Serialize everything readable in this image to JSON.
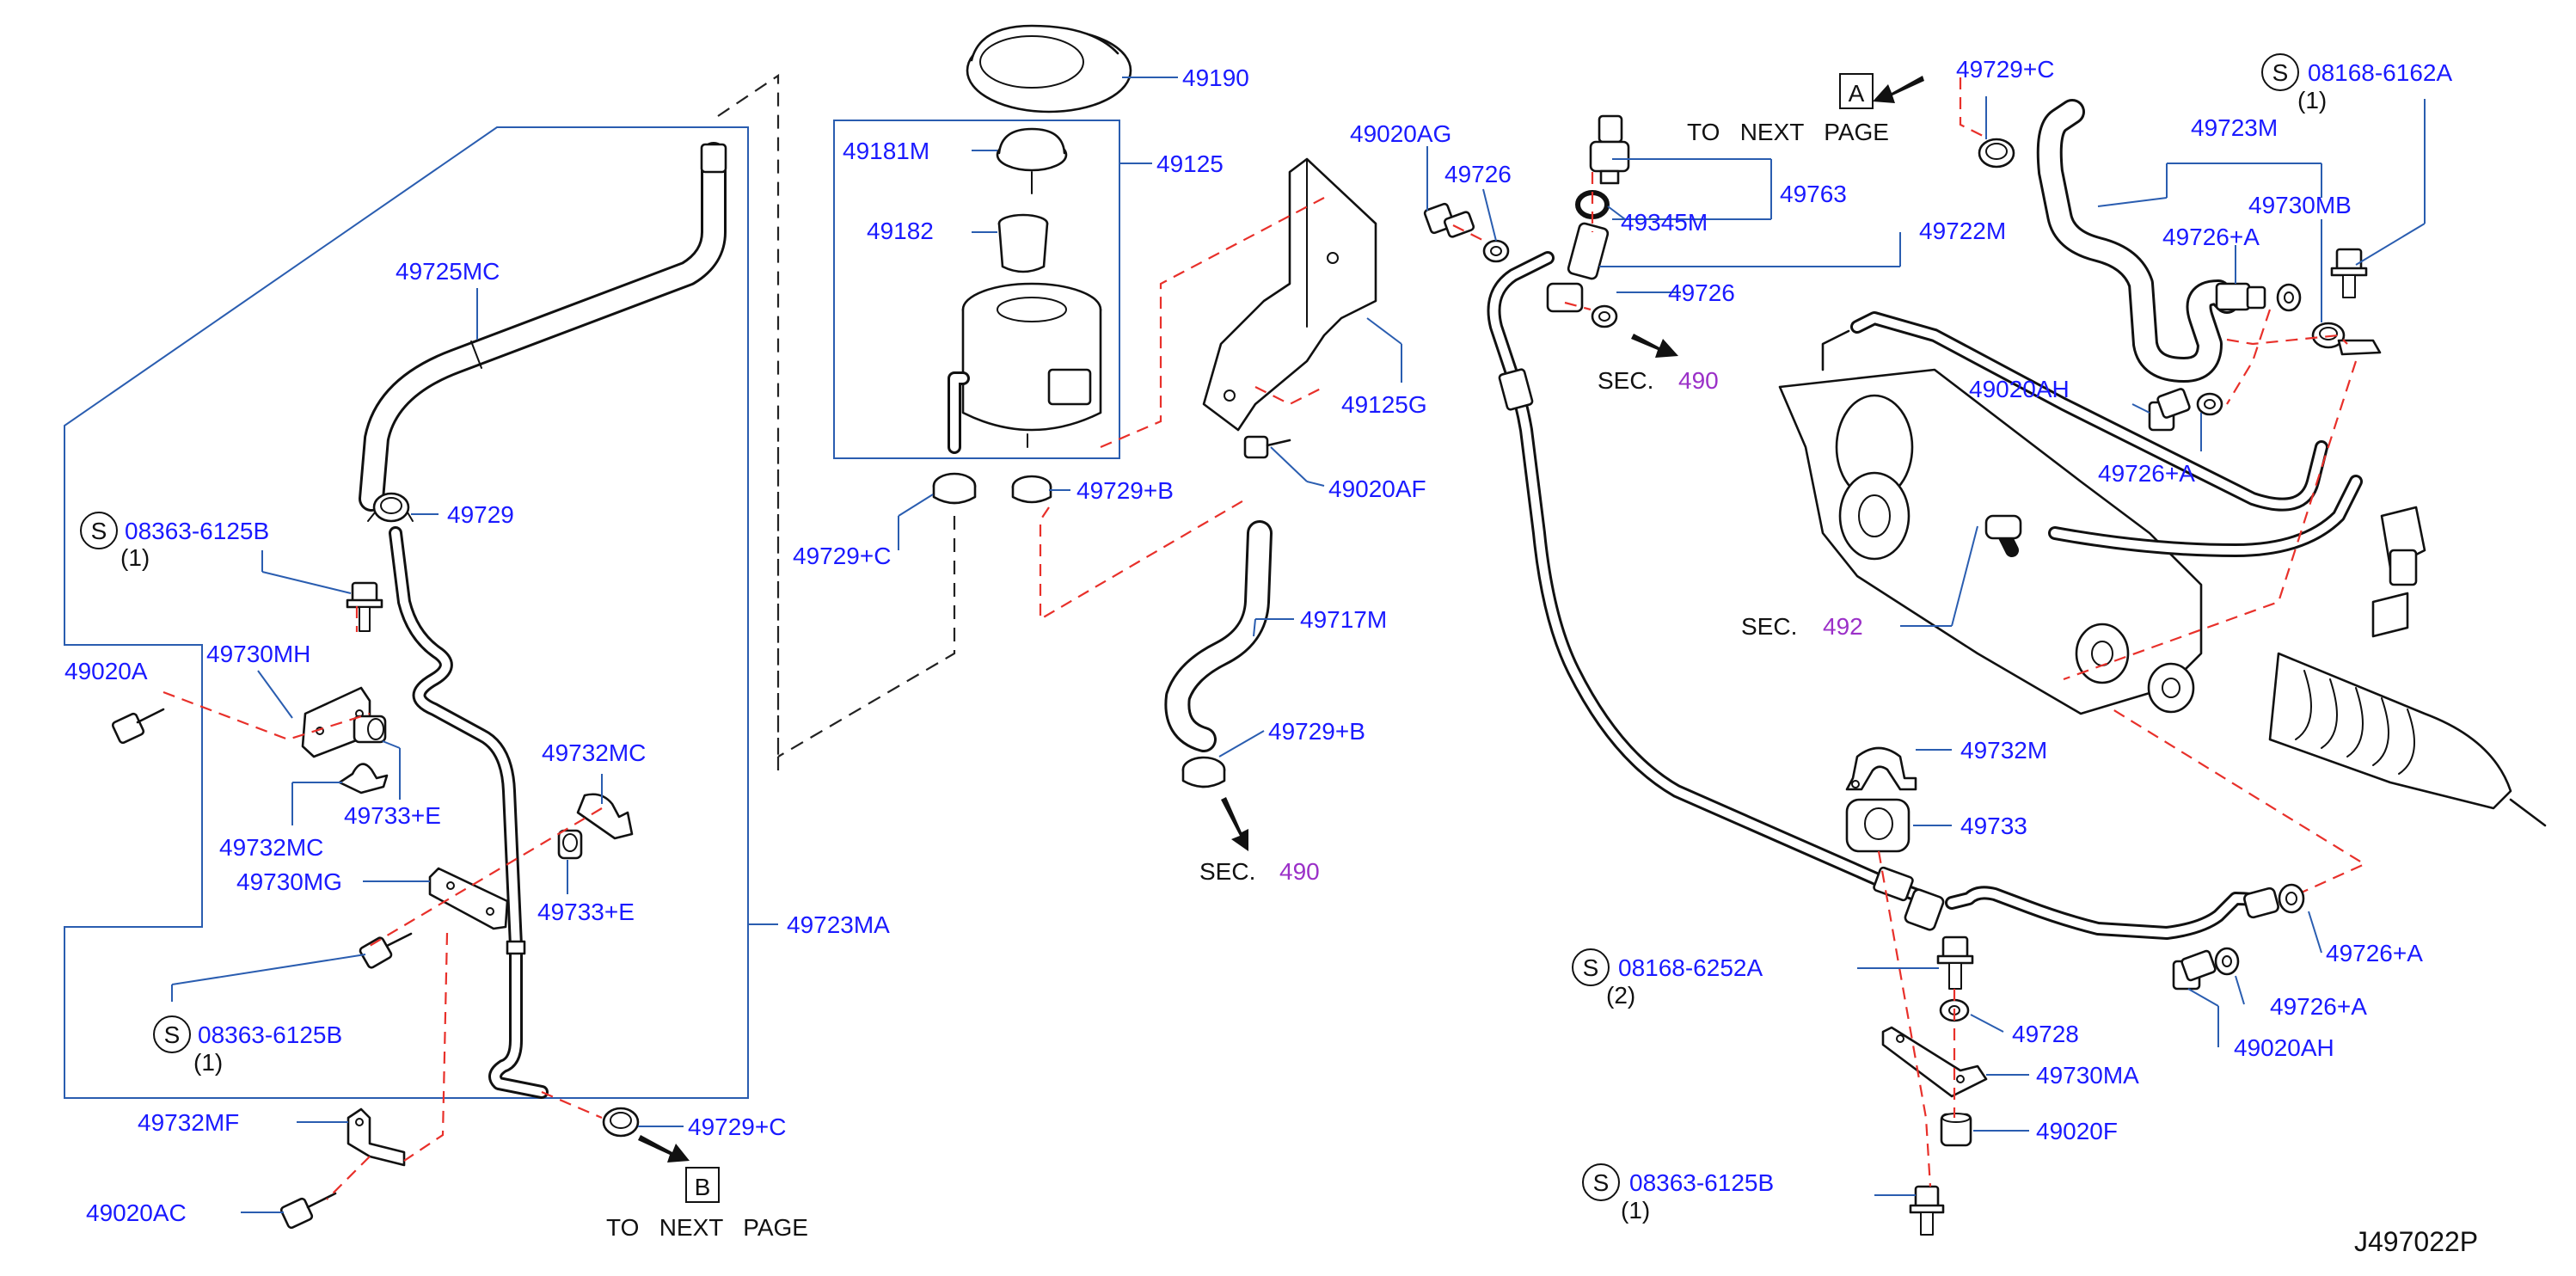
{
  "diagram_id": "J497022P",
  "labels": {
    "p49190": "49190",
    "p49125": "49125",
    "p49181M": "49181M",
    "p49182": "49182",
    "p49729C_a": "49729+C",
    "p49729B_a": "49729+B",
    "p49725MC": "49725MC",
    "p49729": "49729",
    "s08363_a": "08363-6125B",
    "s08363_a_qty": "(1)",
    "p49020A": "49020A",
    "p49730MH": "49730MH",
    "p49732MC_a": "49732MC",
    "p49733E_a": "49733+E",
    "p49732MC_b": "49732MC",
    "p49730MG": "49730MG",
    "p49733E_b": "49733+E",
    "s08363_b": "08363-6125B",
    "s08363_b_qty": "(1)",
    "p49723MA": "49723MA",
    "p49732MF": "49732MF",
    "p49020AC": "49020AC",
    "p49729C_b": "49729+C",
    "to_next_page_b": "TO   NEXT   PAGE",
    "box_b": "B",
    "p49020AG": "49020AG",
    "p49726_a": "49726",
    "p49125G": "49125G",
    "p49020AF": "49020AF",
    "p49717M": "49717M",
    "p49729B_b": "49729+B",
    "sec_label_a": "SEC.",
    "sec_num_a": "490",
    "to_next_page_a": "TO   NEXT   PAGE",
    "box_a": "A",
    "p49763": "49763",
    "p49345M": "49345M",
    "p49722M": "49722M",
    "p49726_b": "49726",
    "sec_label_b": "SEC.",
    "sec_num_b": "490",
    "p49729C_c": "49729+C",
    "s08168_a": "08168-6162A",
    "s08168_a_qty": "(1)",
    "p49723M": "49723M",
    "p49730MB": "49730MB",
    "p49726A_a": "49726+A",
    "p49020AH_a": "49020AH",
    "p49726A_b": "49726+A",
    "sec_label_c": "SEC.",
    "sec_num_c": "492",
    "p49732M": "49732M",
    "p49733": "49733",
    "p49726A_c": "49726+A",
    "s08168_b": "08168-6252A",
    "s08168_b_qty": "(2)",
    "p49726A_d": "49726+A",
    "p49020AH_b": "49020AH",
    "p49728": "49728",
    "p49730MA": "49730MA",
    "p49020F": "49020F",
    "s08363_c": "08363-6125B",
    "s08363_c_qty": "(1)",
    "s_mark": "S"
  }
}
